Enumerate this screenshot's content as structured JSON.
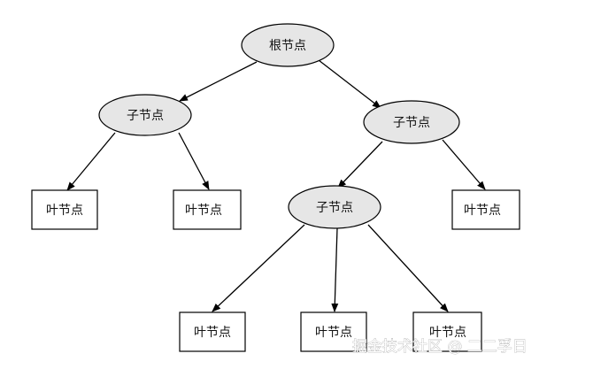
{
  "diagram": {
    "type": "tree",
    "nodes": [
      {
        "id": "root",
        "label": "根节点",
        "shape": "ellipse",
        "parent": null
      },
      {
        "id": "child_left",
        "label": "子节点",
        "shape": "ellipse",
        "parent": "root"
      },
      {
        "id": "child_right",
        "label": "子节点",
        "shape": "ellipse",
        "parent": "root"
      },
      {
        "id": "leaf_1",
        "label": "叶节点",
        "shape": "rect",
        "parent": "child_left"
      },
      {
        "id": "leaf_2",
        "label": "叶节点",
        "shape": "rect",
        "parent": "child_left"
      },
      {
        "id": "child_mid",
        "label": "子节点",
        "shape": "ellipse",
        "parent": "child_right"
      },
      {
        "id": "leaf_3",
        "label": "叶节点",
        "shape": "rect",
        "parent": "child_right"
      },
      {
        "id": "leaf_4",
        "label": "叶节点",
        "shape": "rect",
        "parent": "child_mid"
      },
      {
        "id": "leaf_5",
        "label": "叶节点",
        "shape": "rect",
        "parent": "child_mid"
      },
      {
        "id": "leaf_6",
        "label": "叶节点",
        "shape": "rect",
        "parent": "child_mid"
      }
    ],
    "colors": {
      "ellipse_fill": "#e6e6e6",
      "rect_fill": "#ffffff",
      "stroke": "#000000"
    }
  },
  "watermark": {
    "text": "掘金技术社区 @ 二二孚日"
  }
}
